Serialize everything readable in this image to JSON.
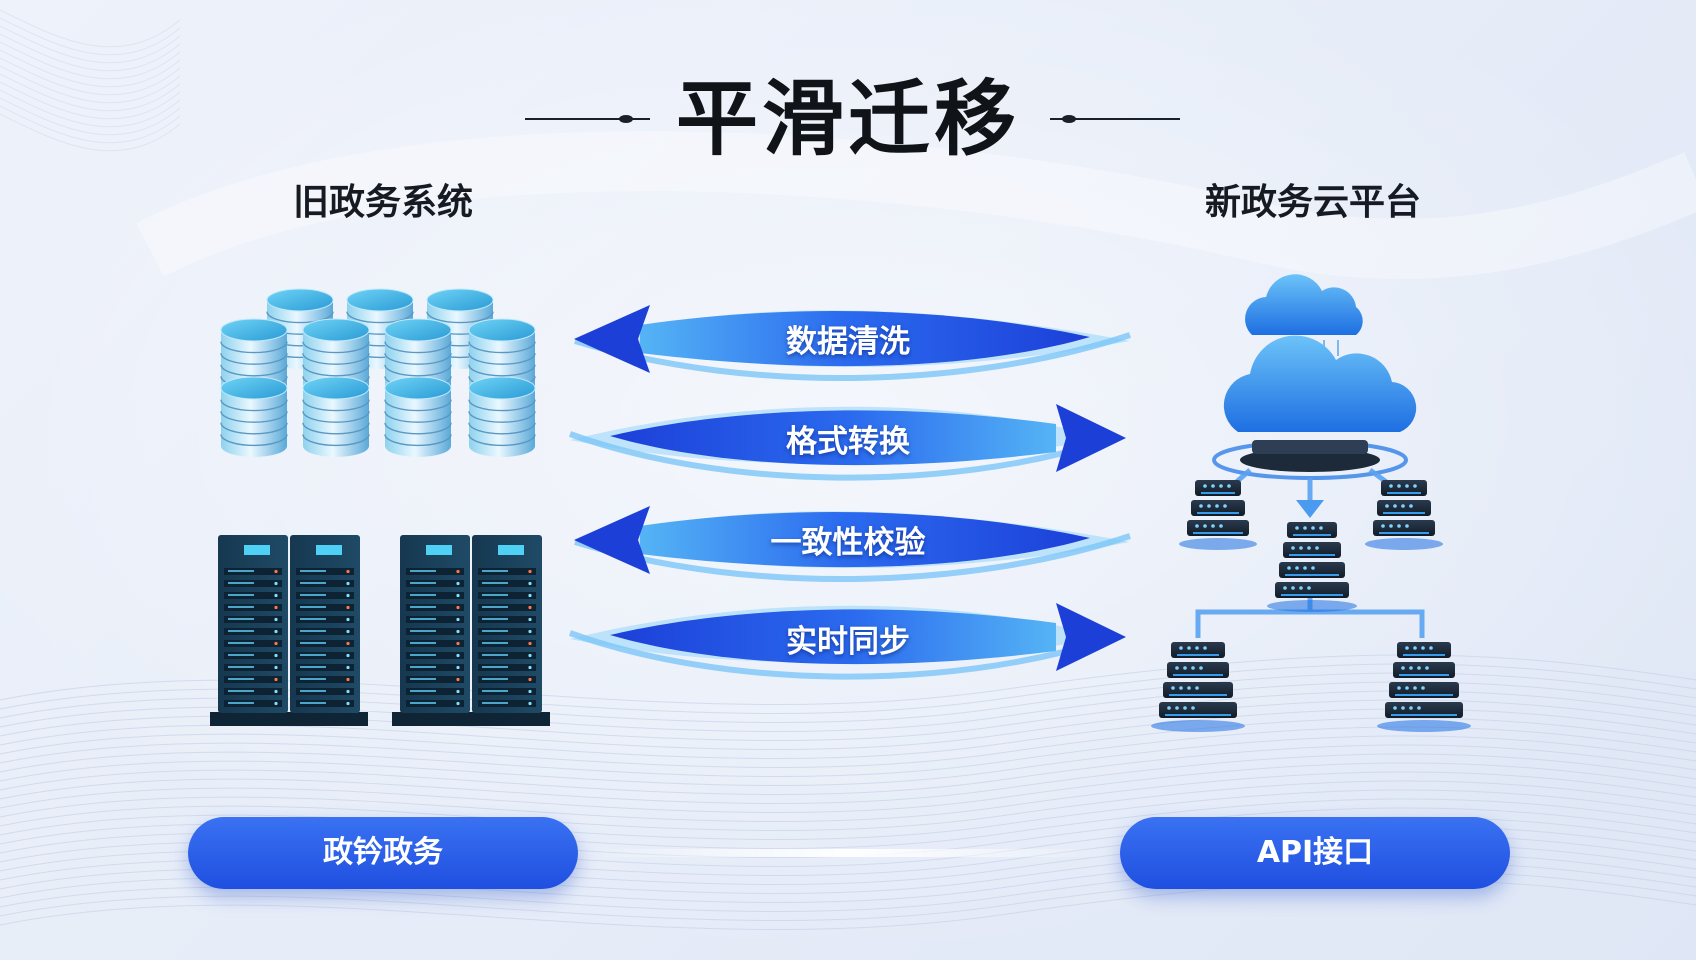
{
  "title": "平滑迁移",
  "left_panel": {
    "label": "旧政务系统",
    "button_label": "政钤政务"
  },
  "right_panel": {
    "label": "新政务云平台",
    "button_label": "API接口"
  },
  "flows": [
    {
      "label": "数据清洗",
      "direction": "to-old"
    },
    {
      "label": "格式转换",
      "direction": "to-new"
    },
    {
      "label": "一致性校验",
      "direction": "to-old"
    },
    {
      "label": "实时同步",
      "direction": "to-new"
    }
  ],
  "colors": {
    "accent_blue": "#1f4fe0",
    "light_blue": "#5fb0f2",
    "server_dark": "#163850"
  }
}
